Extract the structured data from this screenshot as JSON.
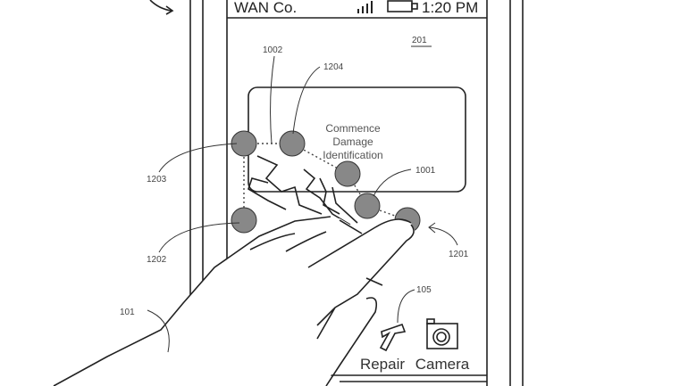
{
  "status_bar": {
    "carrier": "WAN Co.",
    "time": "1:20 PM",
    "signal_icon": "signal-bars-icon",
    "battery_icon": "battery-icon"
  },
  "screen_ref": "201",
  "dialog": {
    "line1": "Commence",
    "line2": "Damage",
    "line3": "Identification"
  },
  "apps": [
    {
      "label": "Repair",
      "icon": "hammer-icon"
    },
    {
      "label": "Camera",
      "icon": "camera-icon"
    }
  ],
  "reference_numerals": {
    "n1002": "1002",
    "n1204": "1204",
    "n1203": "1203",
    "n1001": "1001",
    "n1202": "1202",
    "n1201": "1201",
    "n105": "105",
    "n101": "101"
  }
}
